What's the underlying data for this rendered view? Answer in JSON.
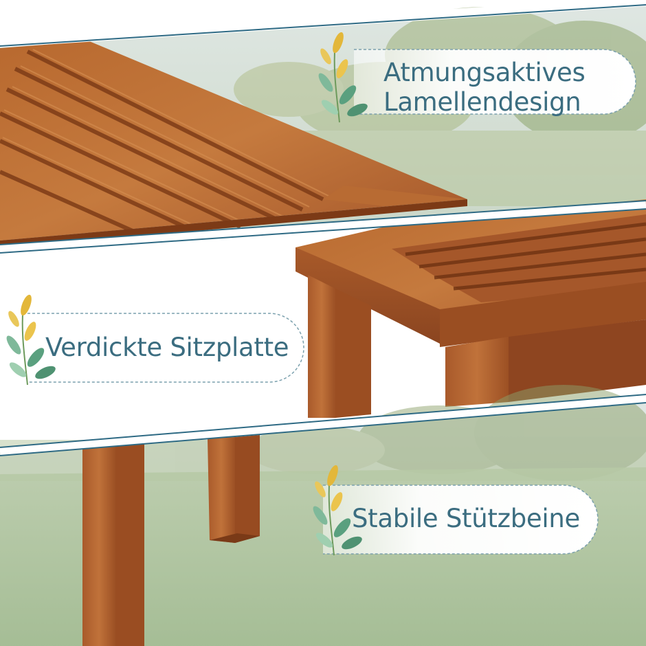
{
  "features": [
    {
      "line1": "Atmungsaktives",
      "line2": "Lamellendesign",
      "icon": "leaf-sprig-icon"
    },
    {
      "line1": "Verdickte Sitzplatte",
      "icon": "leaf-sprig-icon"
    },
    {
      "line1": "Stabile Stützbeine",
      "icon": "leaf-sprig-icon"
    }
  ],
  "colors": {
    "text": "#3b6d80",
    "divider": "#2e6a84",
    "wood": "#b5622c",
    "leaf_yellow": "#e3b73a",
    "leaf_green": "#6db08a"
  }
}
